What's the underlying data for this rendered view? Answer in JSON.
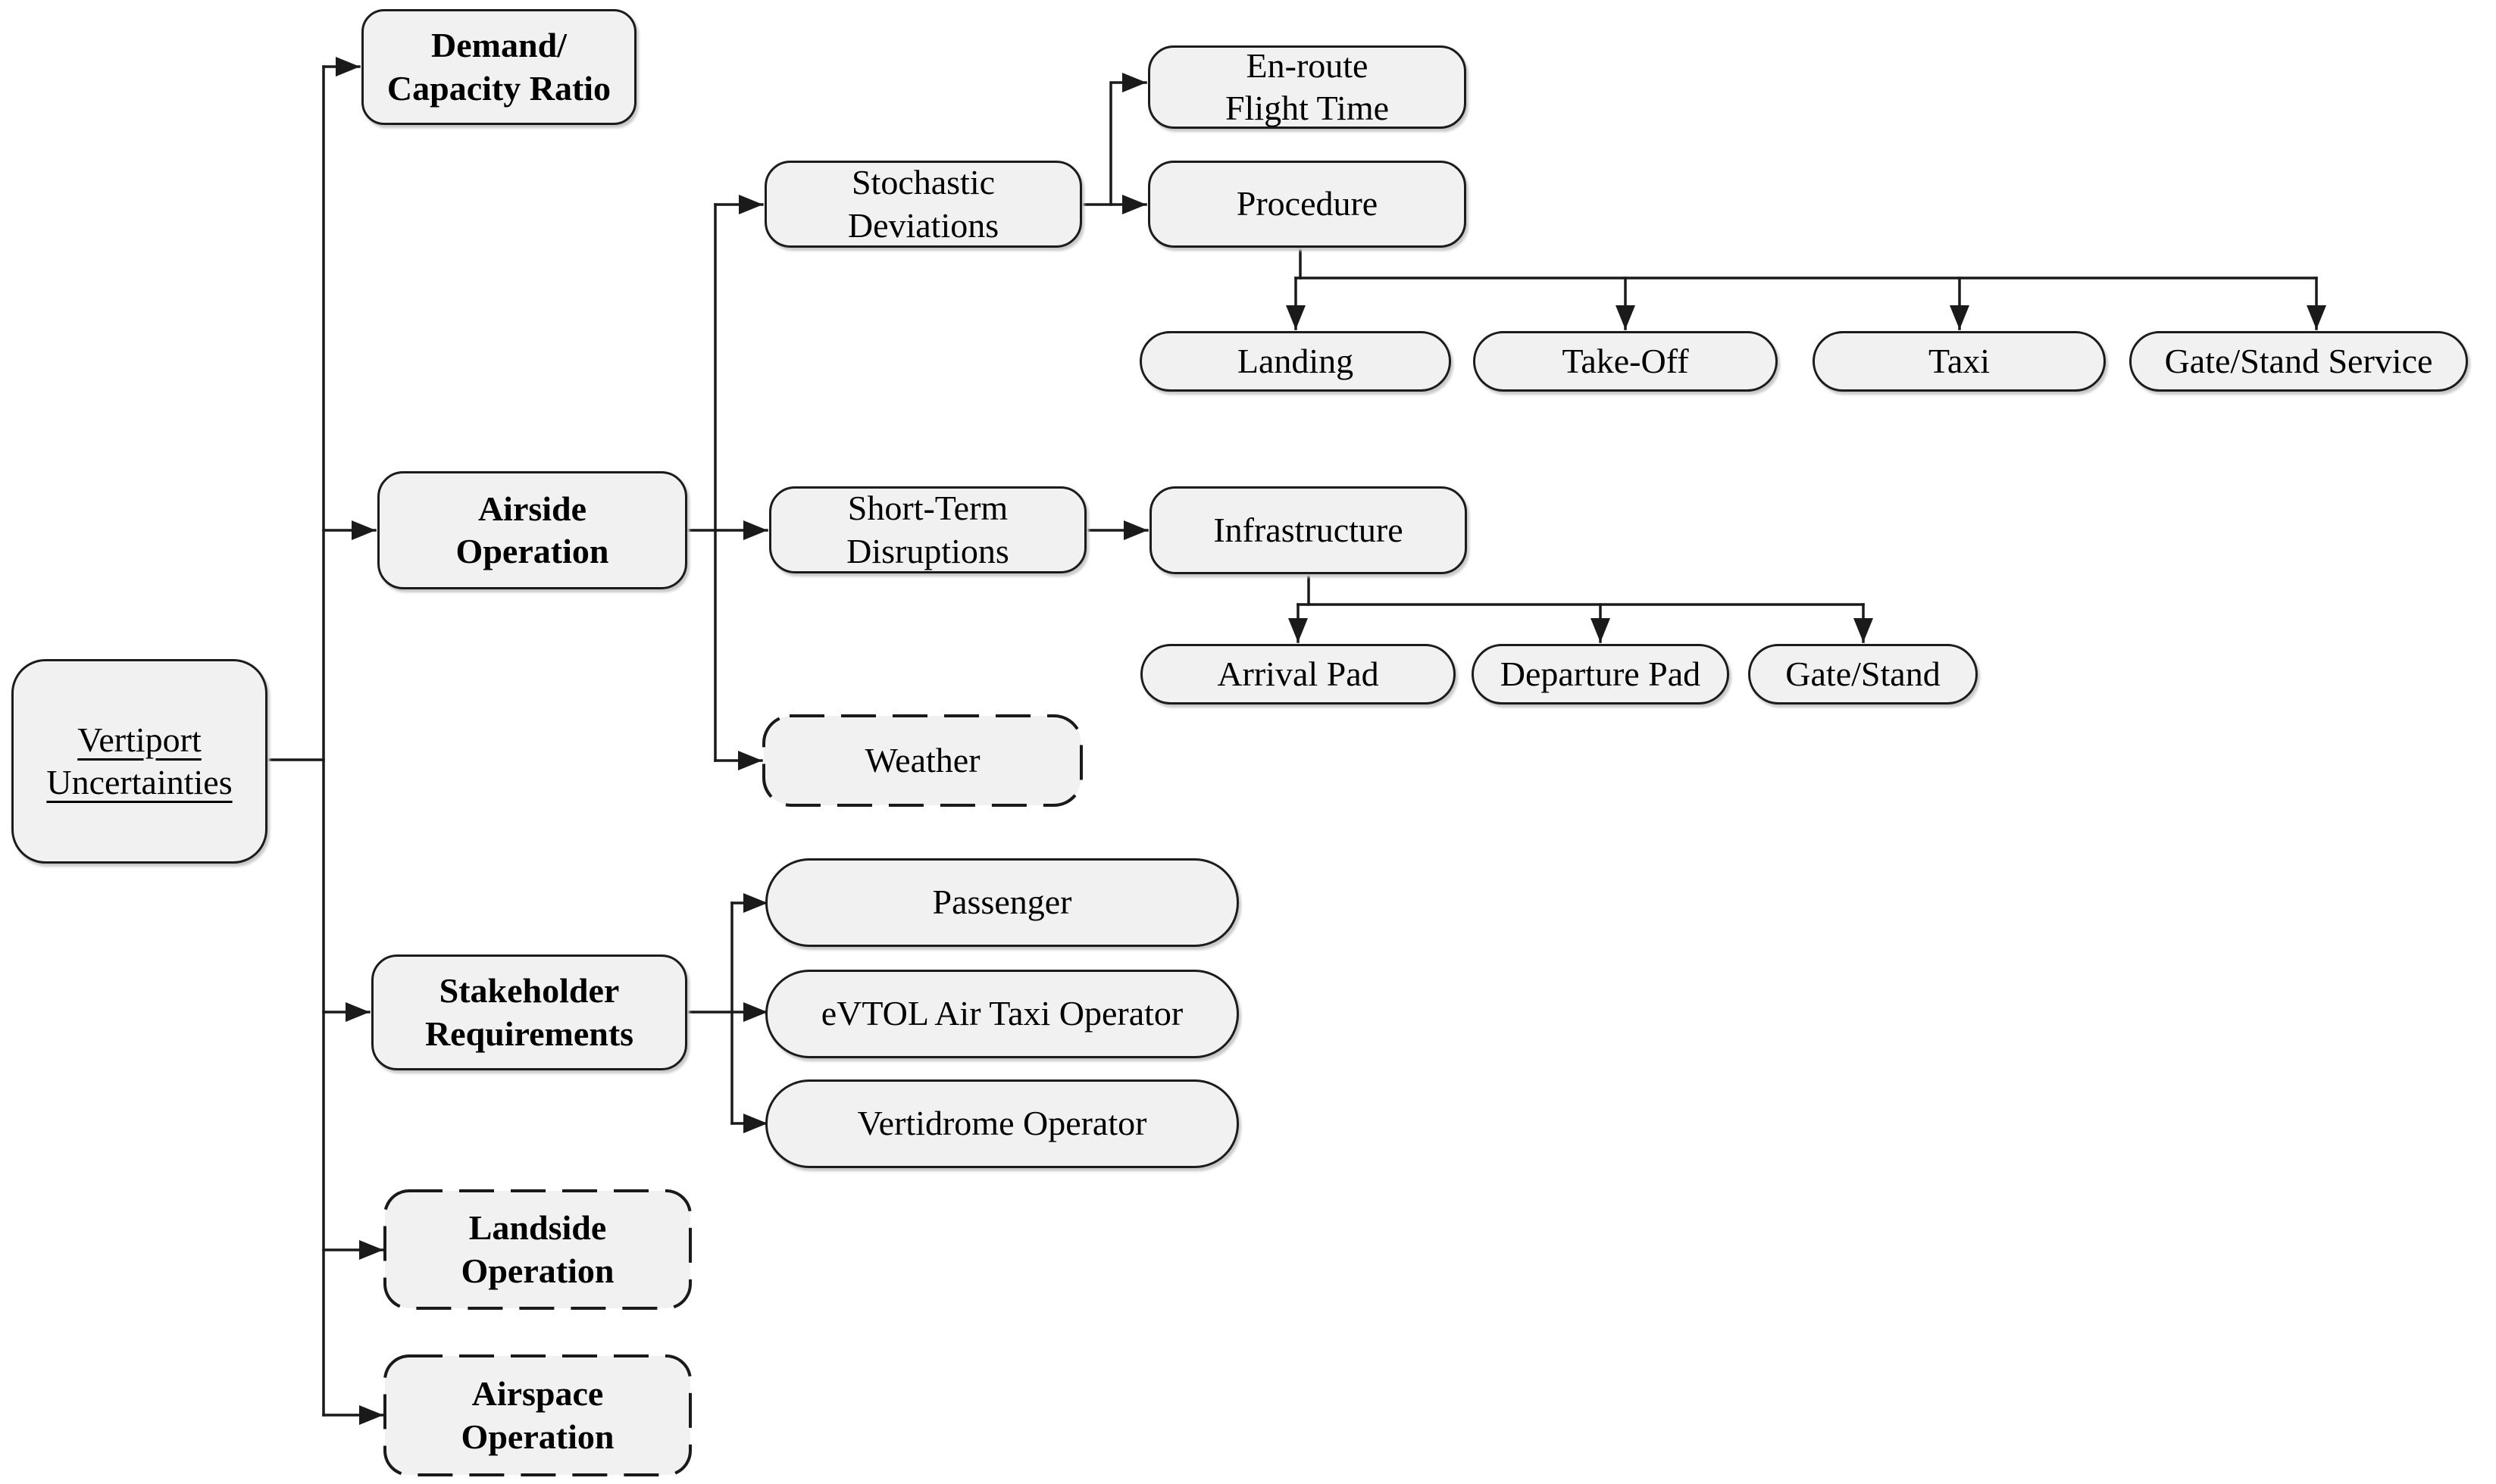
{
  "diagram": {
    "colors": {
      "box_fill": "#f1f1f1",
      "box_border": "#1c1c1c",
      "line_color": "#1a1a1a",
      "background": "#ffffff"
    },
    "nodes": {
      "root": {
        "label": "Vertiport\nUncertainties"
      },
      "demand_capacity": {
        "label": "Demand/\nCapacity Ratio"
      },
      "airside": {
        "label": "Airside\nOperation"
      },
      "stakeholder": {
        "label": "Stakeholder\nRequirements"
      },
      "landside": {
        "label": "Landside\nOperation"
      },
      "airspace": {
        "label": "Airspace\nOperation"
      },
      "stochastic": {
        "label": "Stochastic\nDeviations"
      },
      "short_term": {
        "label": "Short-Term\nDisruptions"
      },
      "weather": {
        "label": "Weather"
      },
      "enroute": {
        "label": "En-route\nFlight Time"
      },
      "procedure": {
        "label": "Procedure"
      },
      "landing": {
        "label": "Landing"
      },
      "takeoff": {
        "label": "Take-Off"
      },
      "taxi": {
        "label": "Taxi"
      },
      "gate_stand_service": {
        "label": "Gate/Stand Service"
      },
      "infrastructure": {
        "label": "Infrastructure"
      },
      "arrival_pad": {
        "label": "Arrival Pad"
      },
      "departure_pad": {
        "label": "Departure Pad"
      },
      "gate_stand": {
        "label": "Gate/Stand"
      },
      "passenger": {
        "label": "Passenger"
      },
      "evtol_operator": {
        "label": "eVTOL Air Taxi Operator"
      },
      "vertidrome_operator": {
        "label": "Vertidrome Operator"
      }
    },
    "edges": [
      [
        "root",
        "demand_capacity"
      ],
      [
        "root",
        "airside"
      ],
      [
        "root",
        "stakeholder"
      ],
      [
        "root",
        "landside"
      ],
      [
        "root",
        "airspace"
      ],
      [
        "airside",
        "stochastic"
      ],
      [
        "airside",
        "short_term"
      ],
      [
        "airside",
        "weather"
      ],
      [
        "stochastic",
        "enroute"
      ],
      [
        "stochastic",
        "procedure"
      ],
      [
        "procedure",
        "landing"
      ],
      [
        "procedure",
        "takeoff"
      ],
      [
        "procedure",
        "taxi"
      ],
      [
        "procedure",
        "gate_stand_service"
      ],
      [
        "short_term",
        "infrastructure"
      ],
      [
        "infrastructure",
        "arrival_pad"
      ],
      [
        "infrastructure",
        "departure_pad"
      ],
      [
        "infrastructure",
        "gate_stand"
      ],
      [
        "stakeholder",
        "passenger"
      ],
      [
        "stakeholder",
        "evtol_operator"
      ],
      [
        "stakeholder",
        "vertidrome_operator"
      ]
    ]
  }
}
